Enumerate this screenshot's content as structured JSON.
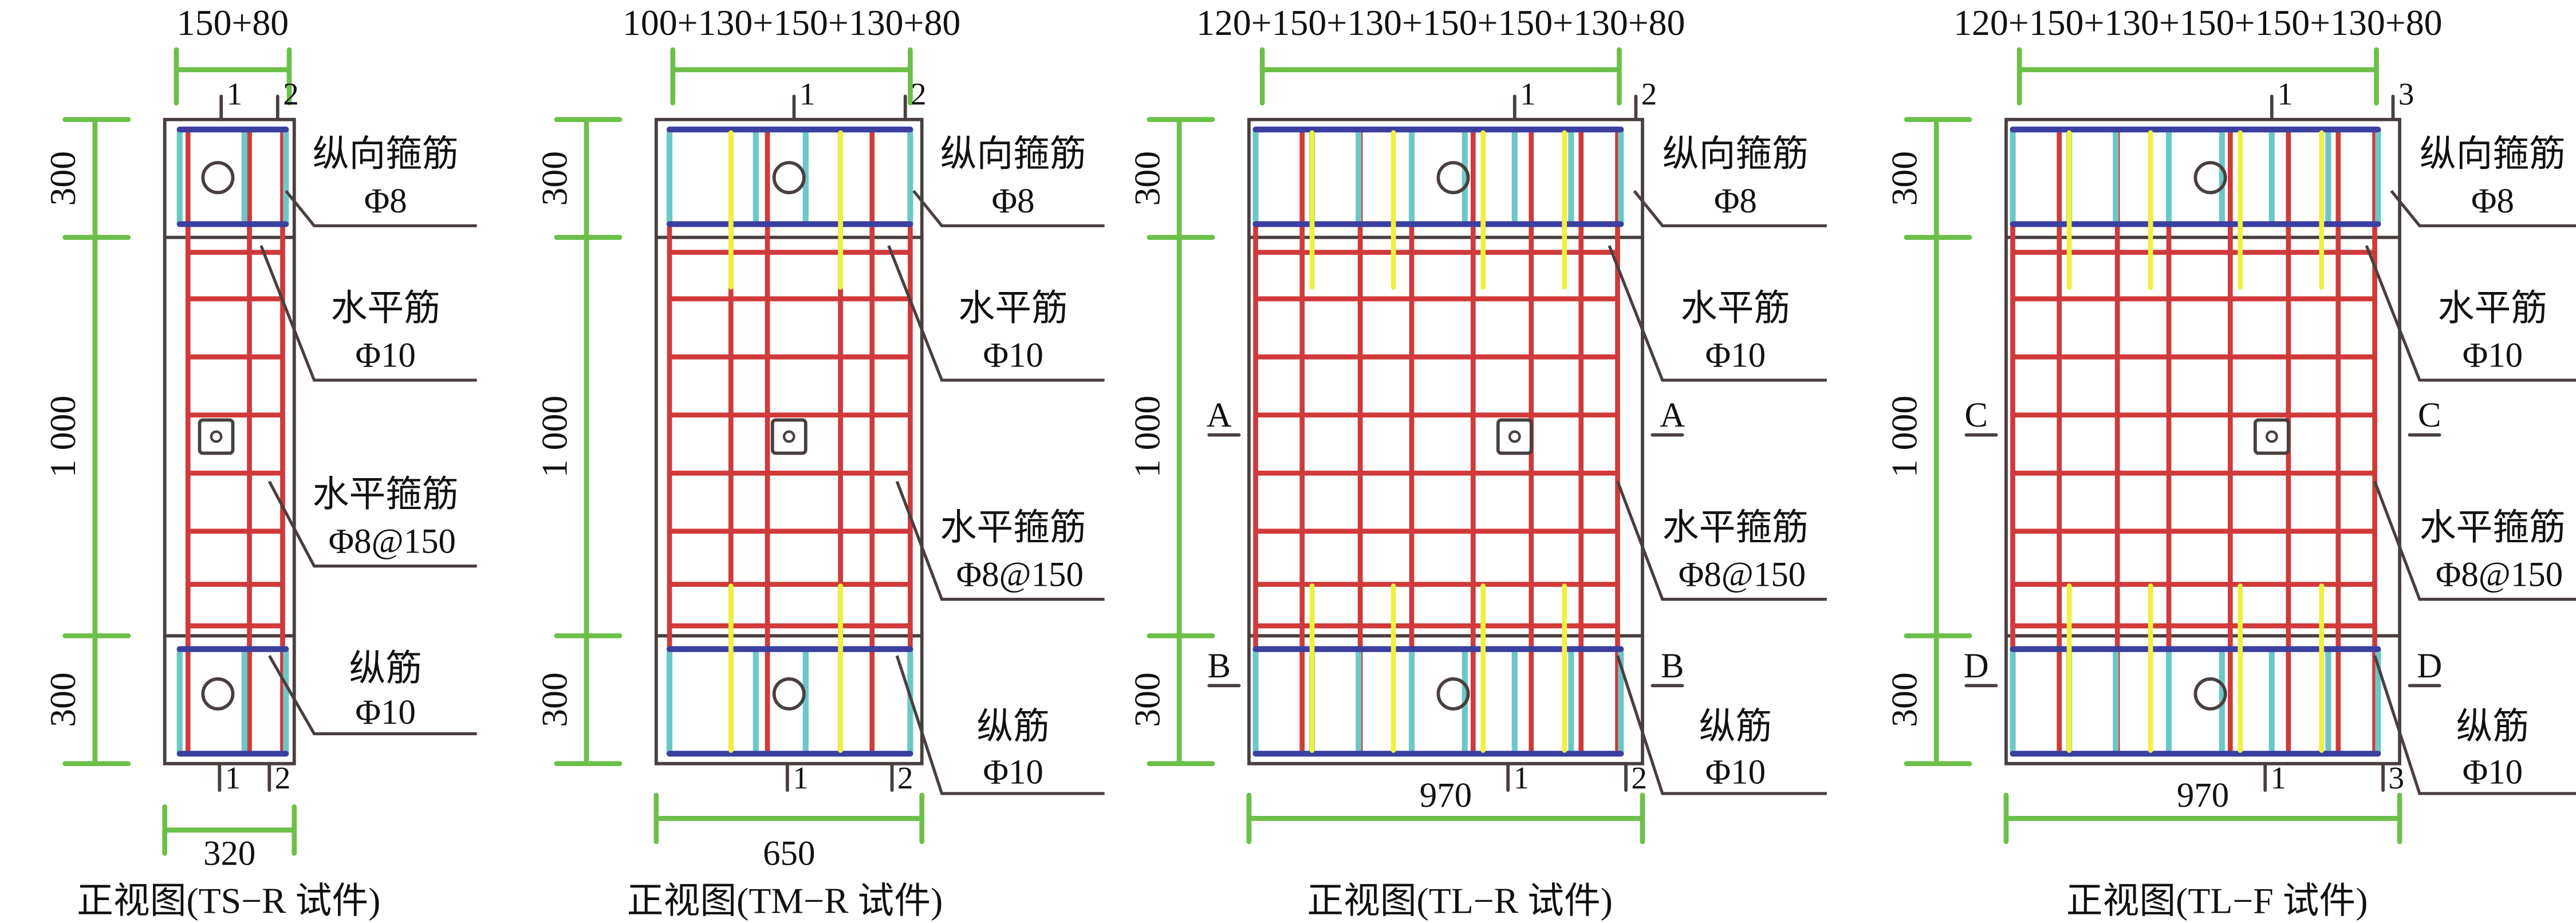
{
  "colors": {
    "concrete_outline": "#4a3f3f",
    "horizontal_bar": "#d03a3a",
    "stirrup_blue": "#3b3fa0",
    "stirrup_cyan": "#6cc8c8",
    "yellow_bar": "#f0f040",
    "dimension": "#6cc04a"
  },
  "panels": [
    {
      "caption": "正视图(TS−R 试件)",
      "top_dim": "150+80",
      "width_dim": "320",
      "left_dims": [
        "300",
        "1 000",
        "300"
      ],
      "section_marks_top": [
        "1",
        "2"
      ],
      "section_marks_bottom": [
        "1",
        "2"
      ],
      "cut_marks": [],
      "labels": [
        {
          "name": "纵向箍筋",
          "spec": "Φ8"
        },
        {
          "name": "水平筋",
          "spec": "Φ10"
        },
        {
          "name": "水平箍筋",
          "spec": "Φ8@150"
        },
        {
          "name": "纵筋",
          "spec": "Φ10"
        }
      ]
    },
    {
      "caption": "正视图(TM−R 试件)",
      "top_dim": "100+130+150+130+80",
      "width_dim": "650",
      "left_dims": [
        "300",
        "1 000",
        "300"
      ],
      "section_marks_top": [
        "1",
        "2"
      ],
      "section_marks_bottom": [
        "1",
        "2"
      ],
      "cut_marks": [],
      "labels": [
        {
          "name": "纵向箍筋",
          "spec": "Φ8"
        },
        {
          "name": "水平筋",
          "spec": "Φ10"
        },
        {
          "name": "水平箍筋",
          "spec": "Φ8@150"
        },
        {
          "name": "纵筋",
          "spec": "Φ10"
        }
      ]
    },
    {
      "caption": "正视图(TL−R 试件)",
      "top_dim": "120+150+130+150+150+130+80",
      "width_dim": "970",
      "left_dims": [
        "300",
        "1 000",
        "300"
      ],
      "section_marks_top": [
        "1",
        "2"
      ],
      "section_marks_bottom": [
        "1",
        "2"
      ],
      "cut_marks": [
        "A",
        "B"
      ],
      "labels": [
        {
          "name": "纵向箍筋",
          "spec": "Φ8"
        },
        {
          "name": "水平筋",
          "spec": "Φ10"
        },
        {
          "name": "水平箍筋",
          "spec": "Φ8@150"
        },
        {
          "name": "纵筋",
          "spec": "Φ10"
        }
      ]
    },
    {
      "caption": "正视图(TL−F 试件)",
      "top_dim": "120+150+130+150+150+130+80",
      "width_dim": "970",
      "left_dims": [
        "300",
        "1 000",
        "300"
      ],
      "section_marks_top": [
        "1",
        "3"
      ],
      "section_marks_bottom": [
        "1",
        "3"
      ],
      "cut_marks": [
        "C",
        "D"
      ],
      "labels": [
        {
          "name": "纵向箍筋",
          "spec": "Φ8"
        },
        {
          "name": "水平筋",
          "spec": "Φ10"
        },
        {
          "name": "水平箍筋",
          "spec": "Φ8@150"
        },
        {
          "name": "纵筋",
          "spec": "Φ10"
        }
      ]
    }
  ]
}
